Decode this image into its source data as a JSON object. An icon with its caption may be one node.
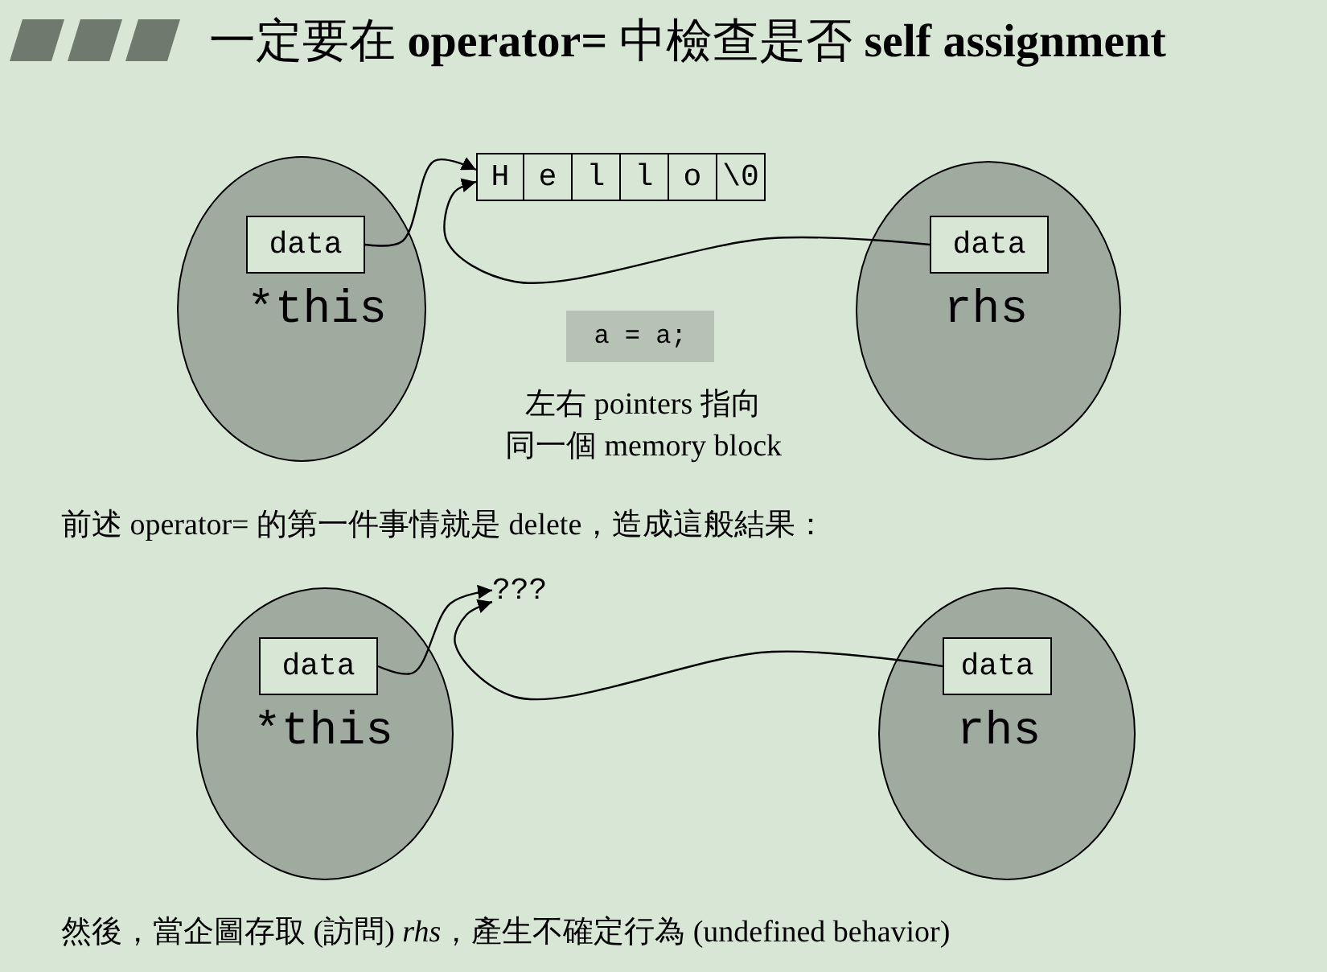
{
  "diagram": {
    "title": "一定要在 **operator=** 中檢查是否 **self assignment**",
    "nodes": [
      {
        "text": [
          "H",
          "e",
          "l",
          "l",
          "o",
          "\\0"
        ]
      },
      {
        "text": [
          "*this"
        ]
      },
      {
        "text": [
          "data"
        ],
        "in": 1
      },
      {
        "text": [
          "rhs"
        ]
      },
      {
        "text": [
          "data"
        ],
        "in": 3
      },
      {
        "text": [
          "a = a;"
        ]
      },
      {
        "text": [
          "???"
        ]
      },
      {
        "text": [
          "*this"
        ]
      },
      {
        "text": [
          "data"
        ],
        "in": 7
      },
      {
        "text": [
          "rhs"
        ]
      },
      {
        "text": [
          "data"
        ],
        "in": 9
      }
    ],
    "edges": [
      {
        "from": 2,
        "to": 0,
        "arrow": "to"
      },
      {
        "from": 4,
        "to": 0,
        "arrow": "to"
      },
      {
        "from": 8,
        "to": 6,
        "arrow": "to"
      },
      {
        "from": 10,
        "to": 6,
        "arrow": "to"
      }
    ],
    "labels": [
      "左右 pointers 指向",
      "同一個 memory block",
      "前述 operator= 的第一件事情就是 delete，造成這般結果：",
      "然後，當企圖存取 (訪問) *rhs*，產生不確定行為 (undefined behavior)"
    ]
  }
}
